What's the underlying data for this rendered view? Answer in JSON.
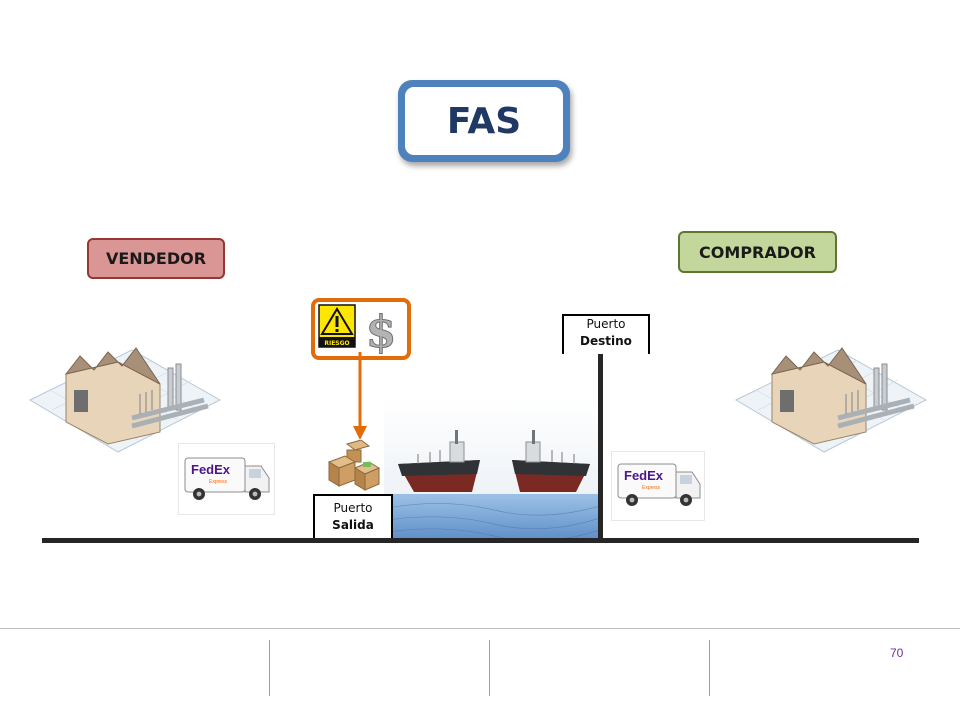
{
  "title": "FAS",
  "parties": {
    "seller": "VENDEDOR",
    "buyer": "COMPRADOR"
  },
  "ports": {
    "destination": {
      "line1": "Puerto",
      "line2": "Destino"
    },
    "departure": {
      "line1": "Puerto",
      "line2": "Salida"
    }
  },
  "risk_icon": {
    "label": "RIESGO",
    "icons": [
      "warning-sign-icon",
      "dollar-sign-icon"
    ]
  },
  "vans": {
    "brand": "FedEx",
    "sub": "Express"
  },
  "footer": {
    "page_number": "70"
  },
  "colors": {
    "title_border": "#4f81bd",
    "title_text": "#1f3864",
    "seller_fill": "#d99694",
    "buyer_fill": "#c3d69b",
    "risk_border": "#e36c0a",
    "water": "#7da7d9",
    "page_number": "#7030a0"
  }
}
